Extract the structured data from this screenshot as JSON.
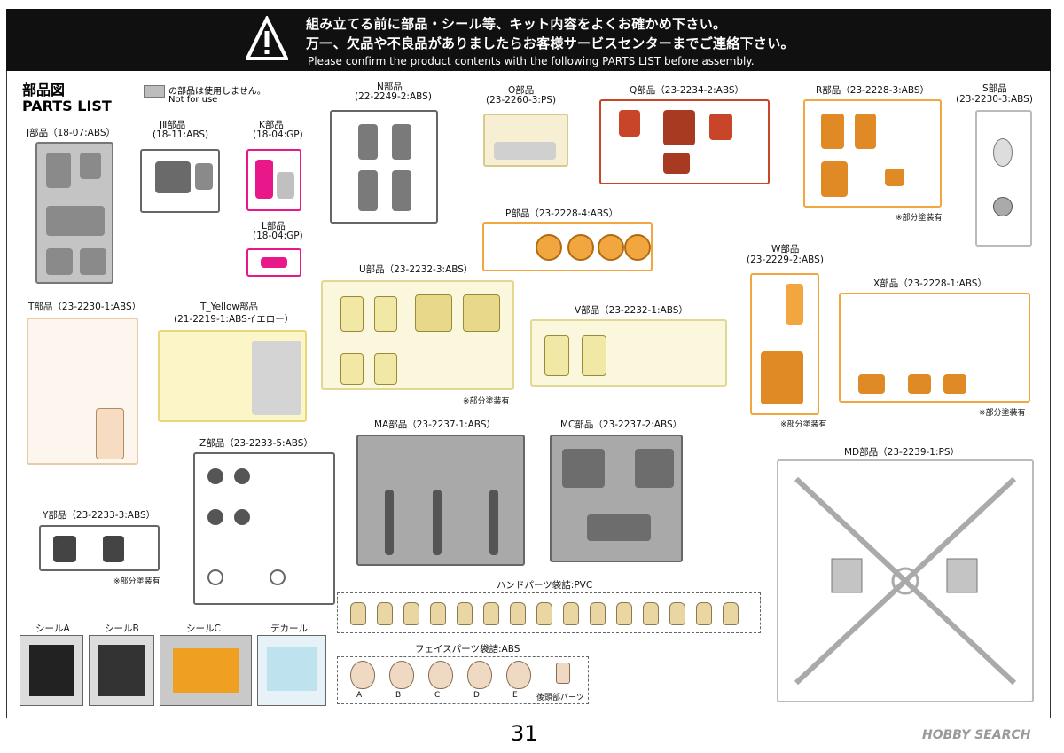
{
  "banner": {
    "line1": "組み立てる前に部品・シール等、キット内容をよくお確かめ下さい。",
    "line2": "万一、欠品や不良品がありましたらお客様サービスセンターまでご連絡下さい。",
    "line3": "Please confirm the product contents with the following PARTS LIST before assembly."
  },
  "header": {
    "title_jp": "部品図",
    "title_en": "PARTS LIST",
    "legend_jp": "の部品は使用しません。",
    "legend_en": "Not for use"
  },
  "runners": {
    "J": "J部品（18-07:ABS）",
    "J2": "JⅡ部品",
    "J2b": "(18-11:ABS)",
    "K": "K部品",
    "Kb": "(18-04:GP)",
    "L": "L部品",
    "Lb": "(18-04:GP)",
    "N": "N部品",
    "Nb": "(22-2249-2:ABS)",
    "O": "O部品",
    "Ob": "(23-2260-3:PS)",
    "Q": "Q部品（23-2234-2:ABS）",
    "R": "R部品（23-2228-3:ABS）",
    "S": "S部品",
    "Sb": "(23-2230-3:ABS)",
    "P": "P部品（23-2228-4:ABS）",
    "W": "W部品",
    "Wb": "(23-2229-2:ABS)",
    "X": "X部品（23-2228-1:ABS）",
    "T": "T部品（23-2230-1:ABS）",
    "TY": "T_Yellow部品",
    "TYb": "(21-2219-1:ABSイエロー）",
    "U": "U部品（23-2232-3:ABS）",
    "V": "V部品（23-2232-1:ABS）",
    "Z": "Z部品（23-2233-5:ABS）",
    "Y": "Y部品（23-2233-3:ABS）",
    "MA": "MA部品（23-2237-1:ABS）",
    "MC": "MC部品（23-2237-2:ABS）",
    "MD": "MD部品（23-2239-1:PS）"
  },
  "notes": {
    "partial_paint": "※部分塗装有"
  },
  "hands": {
    "label": "ハンドパーツ袋詰:PVC"
  },
  "faces": {
    "label": "フェイスパーツ袋詰:ABS",
    "items": [
      "A",
      "B",
      "C",
      "D",
      "E"
    ],
    "back": "後頭部パーツ"
  },
  "stickers": [
    "シールA",
    "シールB",
    "シールC",
    "デカール"
  ],
  "page_number": "31",
  "watermark": "HOBBY SEARCH",
  "colors": {
    "gray": "#8f8f8f",
    "pink": "#e8188a",
    "orange": "#f2a640",
    "red": "#c8452a",
    "cream": "#f3e9b8",
    "peach": "#f6dcc0",
    "yellow": "#f2e48a"
  }
}
